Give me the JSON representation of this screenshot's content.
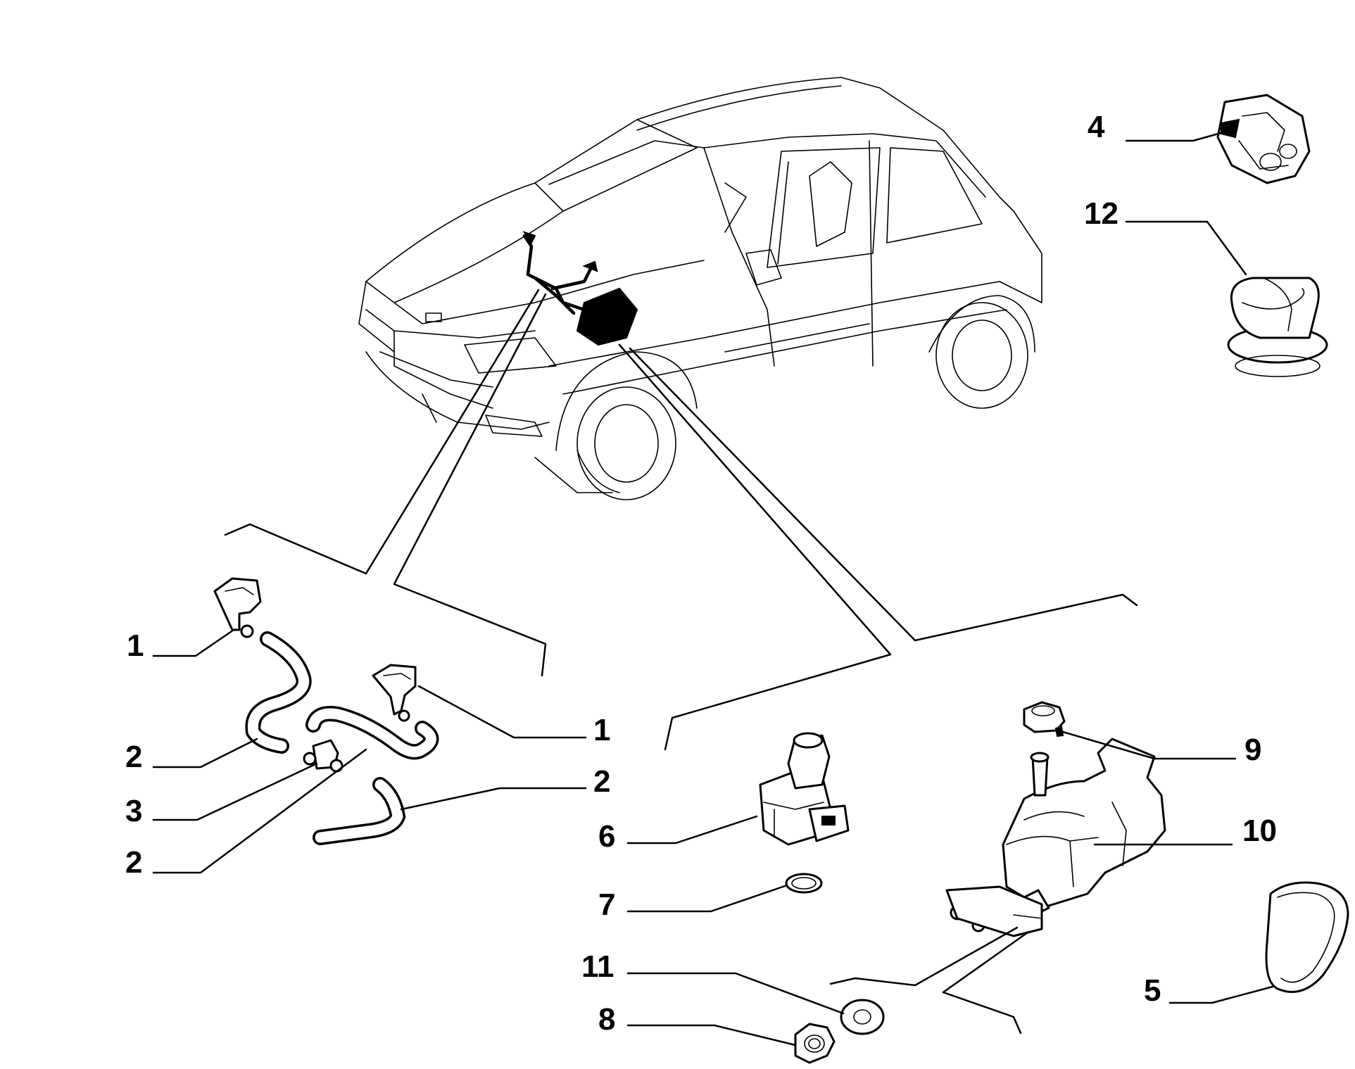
{
  "callouts": [
    {
      "id": "c4",
      "label": "4"
    },
    {
      "id": "c12",
      "label": "12"
    },
    {
      "id": "c1a",
      "label": "1"
    },
    {
      "id": "c2a",
      "label": "2"
    },
    {
      "id": "c3",
      "label": "3"
    },
    {
      "id": "c2b",
      "label": "2"
    },
    {
      "id": "c1b",
      "label": "1"
    },
    {
      "id": "c2c",
      "label": "2"
    },
    {
      "id": "c6",
      "label": "6"
    },
    {
      "id": "c7",
      "label": "7"
    },
    {
      "id": "c11",
      "label": "11"
    },
    {
      "id": "c8",
      "label": "8"
    },
    {
      "id": "c9",
      "label": "9"
    },
    {
      "id": "c10",
      "label": "10"
    },
    {
      "id": "c5",
      "label": "5"
    }
  ]
}
